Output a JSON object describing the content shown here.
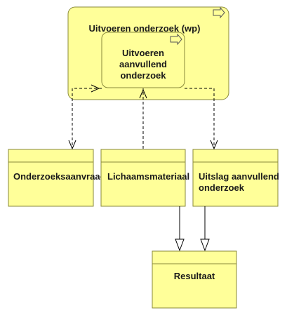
{
  "diagram": {
    "process": {
      "title": "Uitvoeren onderzoek (wp)",
      "icon": "process-arrow-icon"
    },
    "subprocess": {
      "lines": [
        "Uitvoeren",
        "aanvullend",
        "onderzoek"
      ],
      "icon": "process-arrow-icon"
    },
    "objects": {
      "onderzoeksaanvraag": "Onderzoeksaanvraag",
      "lichaamsmateriaal": "Lichaamsmateriaal",
      "uitslag_line1": "Uitslag aanvullend",
      "uitslag_line2": "onderzoek",
      "resultaat": "Resultaat"
    },
    "colors": {
      "fill": "#ffff99",
      "stroke": "#8a8a3a",
      "line": "#000000"
    }
  }
}
